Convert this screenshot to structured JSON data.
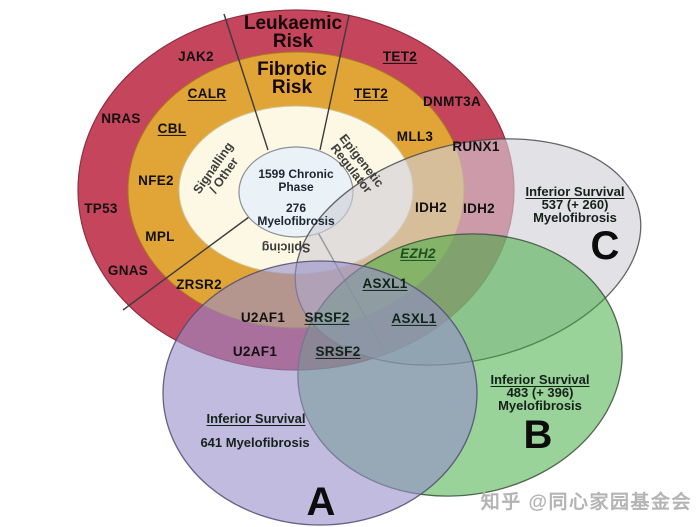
{
  "ring": {
    "leukaemic_risk": "Leukaemic\nRisk",
    "fibrotic_risk": "Fibrotic\nRisk",
    "center_top": "1599 Chronic\nPhase",
    "center_bottom": "276\nMyelofibrosis",
    "sector_signalling": "Signalling\n/ Other",
    "sector_epigenetic": "Epigenetic\nRegulator",
    "sector_splicing": "Splicing"
  },
  "genes": {
    "jak2": "JAK2",
    "nras": "NRAS",
    "tp53": "TP53",
    "gnas": "GNAS",
    "calr": "CALR",
    "cbl": "CBL",
    "nfe2": "NFE2",
    "mpl": "MPL",
    "zrsr2": "ZRSR2",
    "tet2_leukaemic": "TET2",
    "tet2_fibrotic": "TET2",
    "dnmt3a": "DNMT3A",
    "mll3": "MLL3",
    "runx1": "RUNX1",
    "idh2_fibrotic": "IDH2",
    "idh2_leukaemic": "IDH2",
    "u2af1_fibrotic": "U2AF1",
    "u2af1_leukaemic": "U2AF1",
    "srsf2_center": "SRSF2",
    "srsf2_lower": "SRSF2",
    "asxl1_upper": "ASXL1",
    "asxl1_lower": "ASXL1",
    "ezh2": "EZH2"
  },
  "cohorts": {
    "a": {
      "letter": "A",
      "survival": "Inferior Survival",
      "detail": "641 Myelofibrosis"
    },
    "b": {
      "letter": "B",
      "survival": "Inferior Survival",
      "count": "483 (+ 396)",
      "disease": "Myelofibrosis"
    },
    "c": {
      "letter": "C",
      "survival": "Inferior Survival",
      "count": "537 (+ 260)",
      "disease": "Myelofibrosis"
    }
  },
  "watermark": "知乎 @同心家园基金会",
  "colors": {
    "leukaemic_ring": "#c5455c",
    "fibrotic_ring": "#e0a437",
    "inner_ring": "#fcf8e4",
    "center_circle": "#eaf1f7",
    "cohort_a_fill": "#9b93cd",
    "cohort_b_fill": "#3caa3c",
    "cohort_c_fill": "#d0ced6"
  }
}
